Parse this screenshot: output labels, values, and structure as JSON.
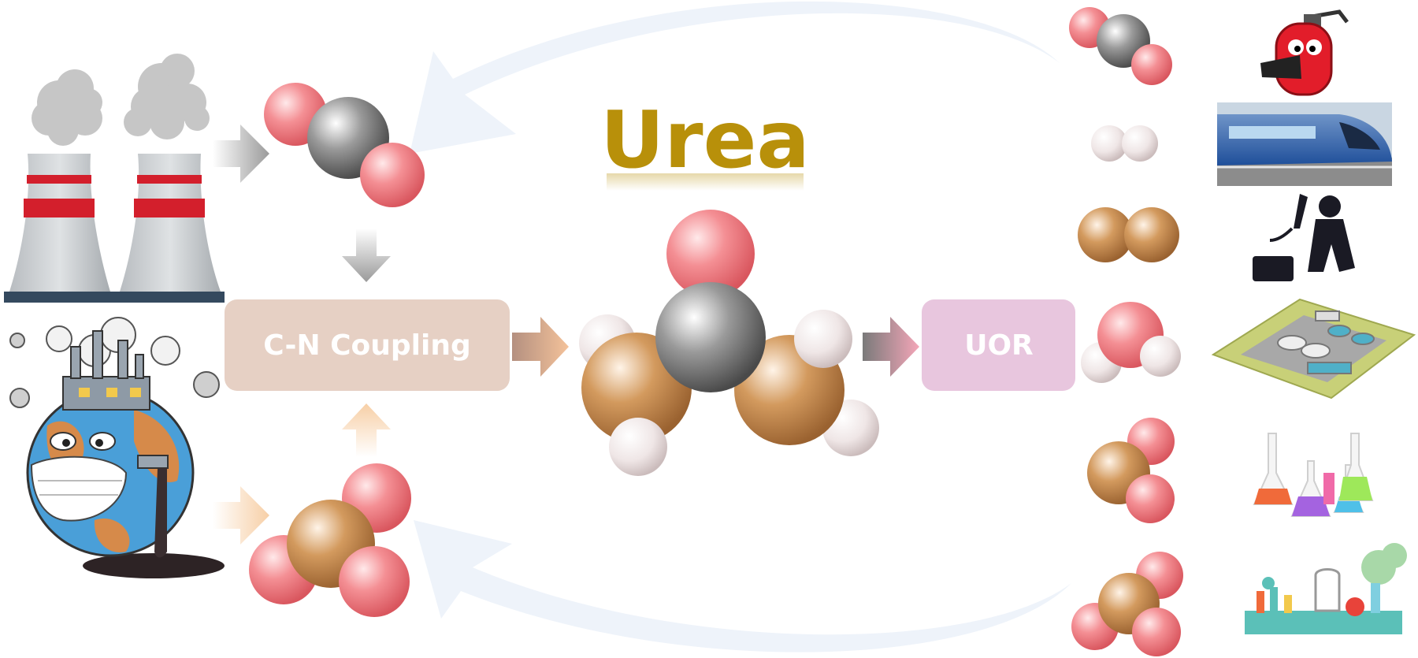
{
  "title": "Urea",
  "process_left": "C-N Coupling",
  "process_right": "UOR",
  "colors": {
    "title": "#b8900a",
    "oxygen": "#f07a80",
    "carbon": "#8a8a8a",
    "nitrogen": "#c98a4b",
    "hydrogen": "#e8dcdc",
    "cn_box": "#e6d0c4",
    "uor_box": "#e8c6de",
    "return_arrow": "#eef3fa"
  },
  "icons": {
    "cooling_towers": "cooling-towers-icon",
    "polluted_earth": "polluted-earth-icon",
    "fire_extinguisher": "fire-extinguisher-icon",
    "train": "high-speed-train-icon",
    "welder": "welder-icon",
    "water_treatment": "water-treatment-plant-icon",
    "flasks": "chemistry-flasks-icon",
    "laboratory": "laboratory-icon"
  }
}
